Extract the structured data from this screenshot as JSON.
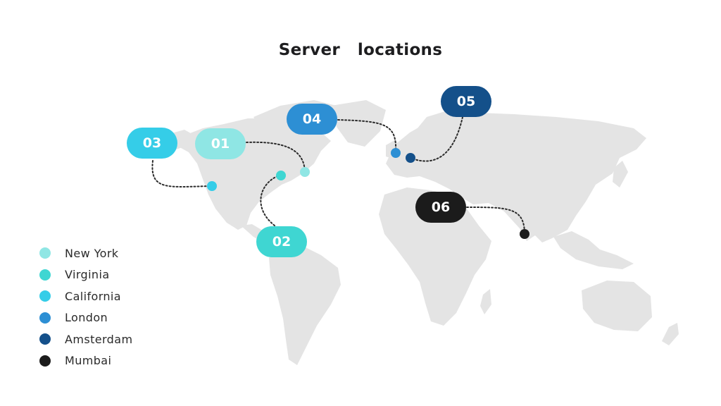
{
  "title": "Server   locations",
  "colors": {
    "land": "#e4e4e4",
    "connector": "#2b2b2b"
  },
  "locations": [
    {
      "id": "01",
      "name": "New York",
      "color": "#8fe6e4"
    },
    {
      "id": "02",
      "name": "Virginia",
      "color": "#3fd6d2"
    },
    {
      "id": "03",
      "name": "California",
      "color": "#35cde8"
    },
    {
      "id": "04",
      "name": "London",
      "color": "#2d8fd4"
    },
    {
      "id": "05",
      "name": "Amsterdam",
      "color": "#14508a"
    },
    {
      "id": "06",
      "name": "Mumbai",
      "color": "#1b1b1b"
    }
  ]
}
